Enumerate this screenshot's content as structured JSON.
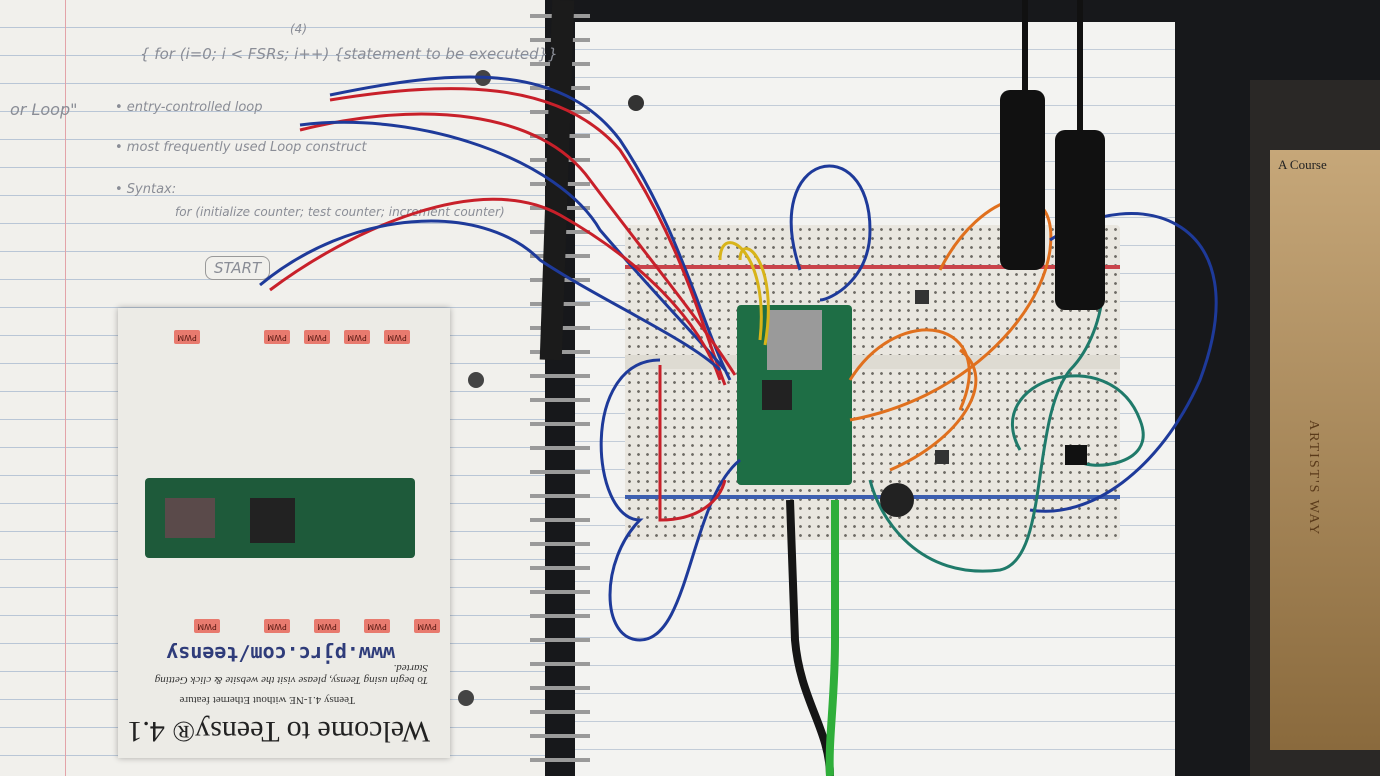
{
  "notes": {
    "for_syntax": "{ for (i=0; i < FSRs; i++) {statement to be executed}}",
    "annotation": "(4)",
    "heading": "or Loop\"",
    "bullet_1": "• entry-controlled loop",
    "bullet_2": "• most frequently used Loop construct",
    "bullet_3": "• Syntax:",
    "syntax_line": "for (initialize counter; test counter; increment counter)",
    "start": "START"
  },
  "card": {
    "title": "Welcome to Teensy® 4.1",
    "subtitle": "Teensy 4.1-NE without Ethernet feature",
    "instructions": "To begin using Teensy, please visit the website & click Getting Started.",
    "url": "www.pjrc.com/teensy",
    "pwm_label": "PWM",
    "colors": {
      "pwm": "#e87a6e",
      "board": "#1e5a3a"
    }
  },
  "book": {
    "cover_text": "A Course",
    "spine_text": "ARTIST'S WAY"
  },
  "wire_colors": {
    "red": "#c8202a",
    "blue": "#1e3a9a",
    "orange": "#e0701e",
    "green": "#1f7a6a",
    "yellow": "#d8b41a",
    "usb_green": "#2fae3a"
  }
}
